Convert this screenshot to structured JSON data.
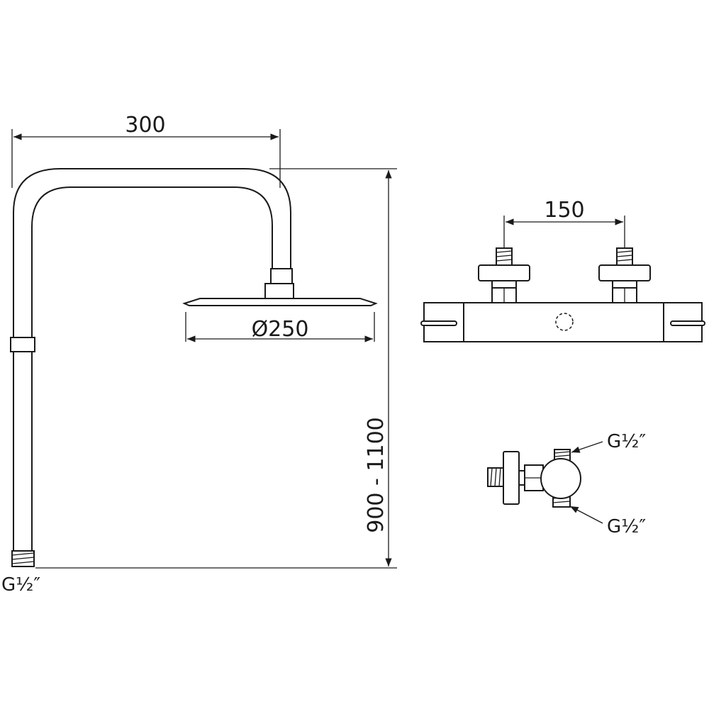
{
  "dimensions": {
    "arm_reach": "300",
    "head_diameter": "Ø250",
    "height_range": "900 - 1100",
    "valve_spacing": "150"
  },
  "thread_labels": {
    "riser_inlet": "G½″",
    "valve_top": "G½″",
    "valve_bottom": "G½″"
  },
  "colors": {
    "line": "#1a1a1a",
    "background": "#ffffff"
  }
}
